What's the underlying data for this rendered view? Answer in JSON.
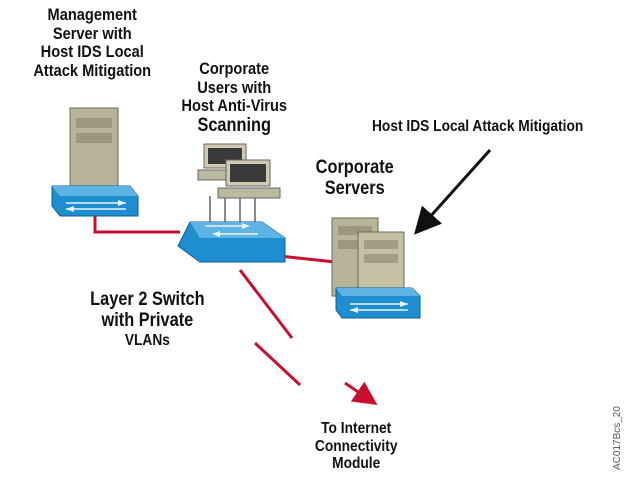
{
  "labels": {
    "management_server": [
      "Management",
      "Server with",
      "Host IDS Local",
      "Attack Mitigation"
    ],
    "corporate_users": [
      "Corporate",
      "Users with",
      "Host Anti-Virus",
      "Scanning"
    ],
    "host_ids": "Host IDS Local Attack Mitigation",
    "corporate_servers": [
      "Corporate",
      "Servers"
    ],
    "layer2_switch": [
      "Layer 2 Switch",
      "with Private",
      "VLANs"
    ],
    "internet_module": [
      "To Internet",
      "Connectivity",
      "Module"
    ]
  },
  "figure_id": "AC017Bcs_20",
  "colors": {
    "link": "#c8102e",
    "switch_blue": "#1e8ed0",
    "server_beige": "#b8b49a",
    "arrow": "#111111"
  },
  "icons": [
    "server-icon",
    "switch-icon",
    "workstation-icon",
    "arrow-icon"
  ]
}
